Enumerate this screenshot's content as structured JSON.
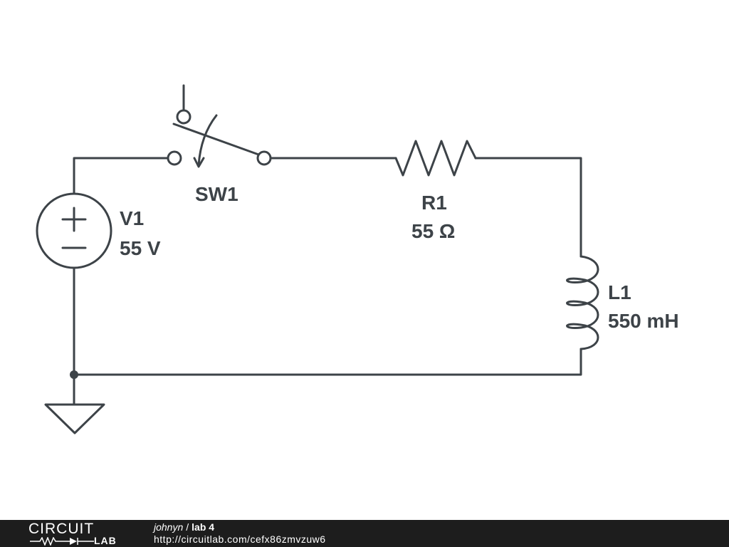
{
  "schematic": {
    "source": {
      "name": "V1",
      "value": "55 V"
    },
    "switch": {
      "name": "SW1"
    },
    "resistor": {
      "name": "R1",
      "value": "55 Ω"
    },
    "inductor": {
      "name": "L1",
      "value": "550 mH"
    }
  },
  "footer": {
    "logo_top": "CIRCUIT",
    "logo_bottom": "LAB",
    "user": "johnyn",
    "separator": "/",
    "project": "lab 4",
    "url": "http://circuitlab.com/cefx86zmvzuw6"
  },
  "colors": {
    "wire": "#3d4348",
    "footer_bg": "#1d1d1d"
  }
}
